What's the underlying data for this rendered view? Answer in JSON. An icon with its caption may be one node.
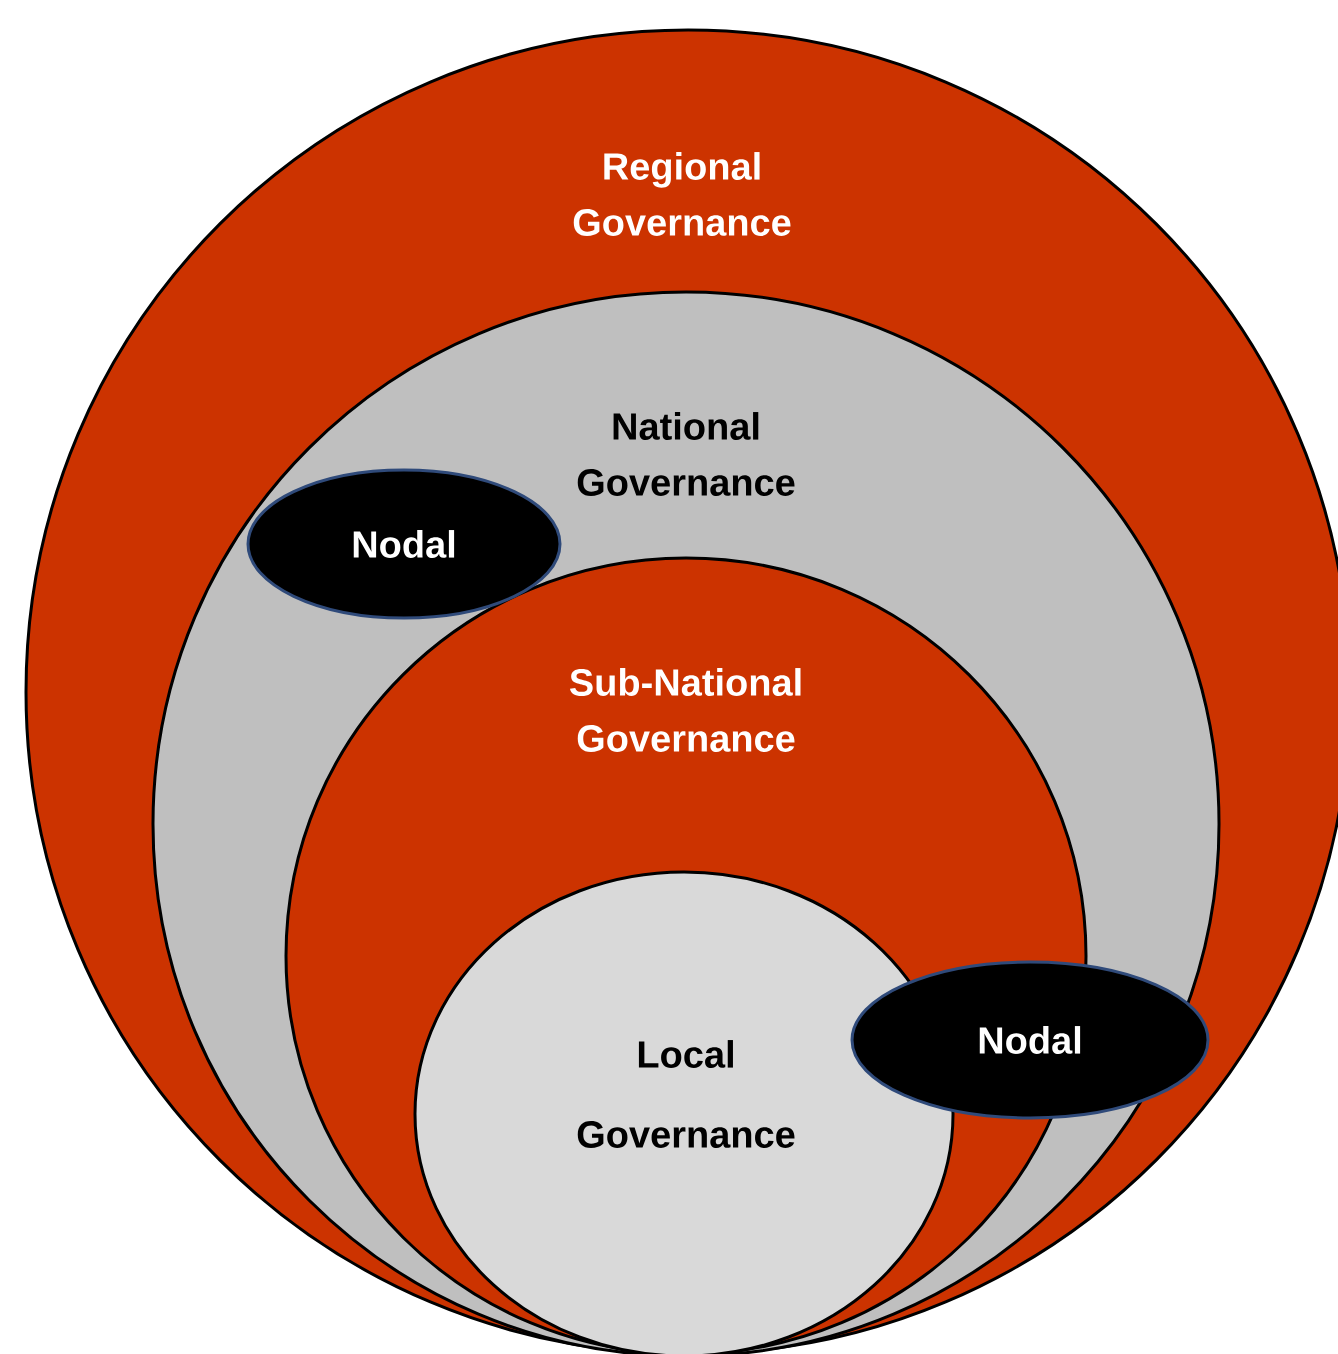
{
  "diagram": {
    "nodes": [
      {
        "text": [
          "Regional Governance"
        ]
      },
      {
        "text": [
          "National Governance"
        ],
        "in": 0
      },
      {
        "text": [
          "Nodal"
        ],
        "in": 1
      },
      {
        "text": [
          "Sub-National Governance"
        ],
        "in": 1
      },
      {
        "text": [
          "Local Governance"
        ],
        "in": 3
      },
      {
        "text": [
          "Nodal"
        ],
        "in": 1
      }
    ]
  }
}
